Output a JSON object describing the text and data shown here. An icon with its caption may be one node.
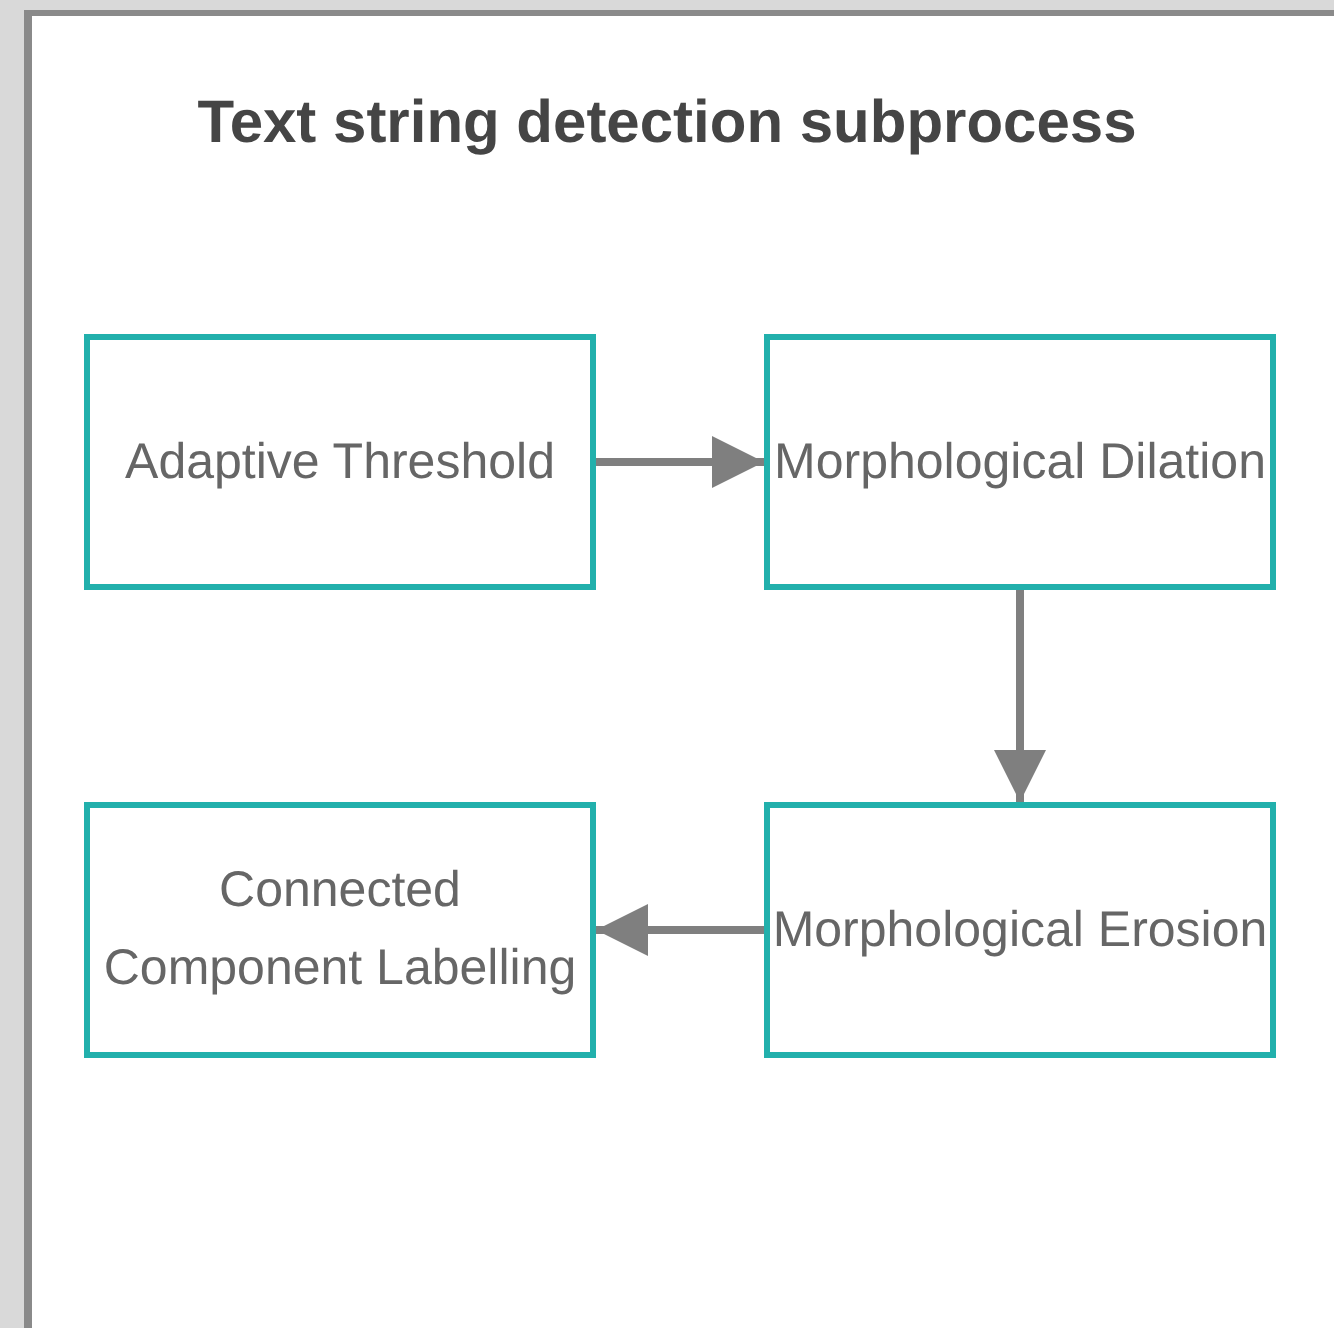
{
  "diagram": {
    "title": "Text string detection subprocess",
    "nodes": [
      {
        "text": [
          "Adaptive Threshold"
        ]
      },
      {
        "text": [
          "Morphological Dilation"
        ]
      },
      {
        "text": [
          "Connected Component Labelling"
        ]
      },
      {
        "text": [
          "Morphological Erosion"
        ]
      }
    ],
    "edges": [
      {
        "from": 0,
        "to": 1,
        "arrow": "to"
      },
      {
        "from": 1,
        "to": 3,
        "arrow": "to"
      },
      {
        "from": 3,
        "to": 2,
        "arrow": "to"
      }
    ]
  }
}
